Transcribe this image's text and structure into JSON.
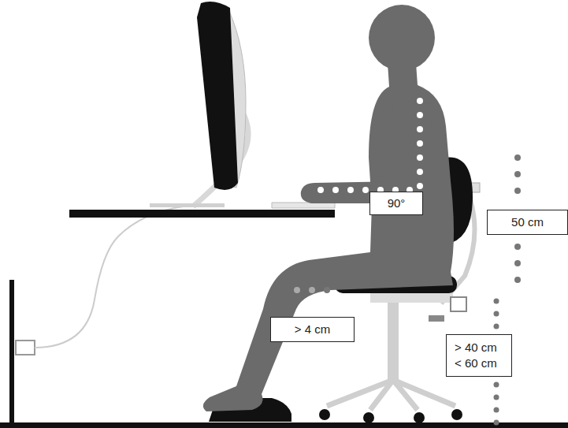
{
  "diagram": {
    "nodes": [
      {
        "text": [
          "90°"
        ]
      },
      {
        "text": [
          "50 cm"
        ]
      },
      {
        "text": [
          "> 4 cm"
        ]
      },
      {
        "text": [
          "> 40 cm < 60 cm"
        ]
      }
    ]
  }
}
